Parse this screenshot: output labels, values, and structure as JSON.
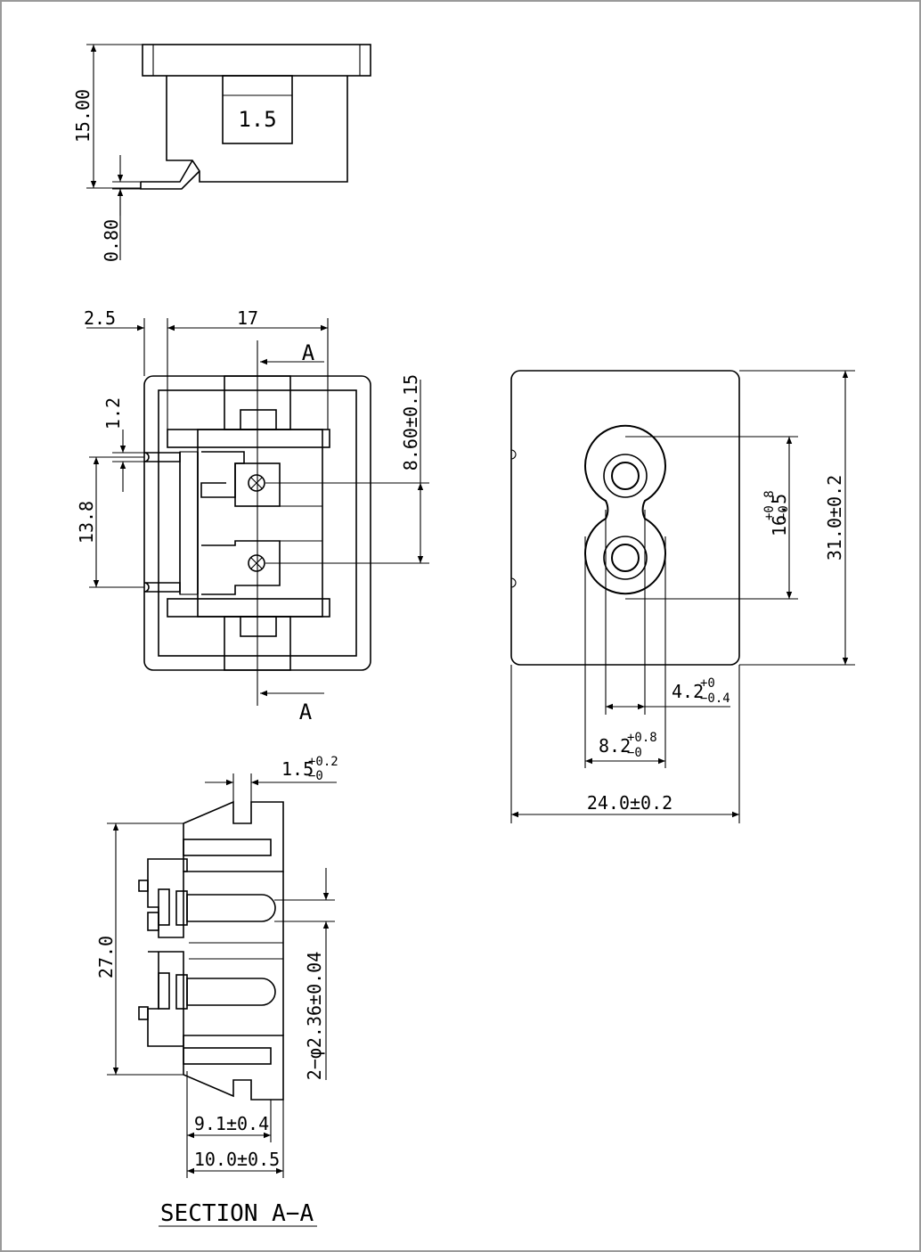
{
  "top_view": {
    "height_dim": "15.00",
    "pin_thickness_dim": "0.80",
    "label_box": "1.5"
  },
  "front_view": {
    "left_offset_dim": "2.5",
    "width_dim": "17",
    "pin_offset_dim": "1.2",
    "pin_spacing_dim": "13.8",
    "contact_spacing_dim": "8.60±0.15",
    "section_mark": "A"
  },
  "side_view": {
    "contact_pitch_main": "16.5",
    "contact_pitch_tol_upper": "+0.8",
    "contact_pitch_tol_lower": "−0",
    "height_dim": "31.0±0.2",
    "hole_gap_main": "4.2",
    "hole_gap_tol_upper": "+0",
    "hole_gap_tol_lower": "−0.4",
    "hole_span_main": "8.2",
    "hole_span_tol_upper": "+0.8",
    "hole_span_tol_lower": "−0",
    "width_dim": "24.0±0.2"
  },
  "section_view": {
    "wall_main": "1.5",
    "wall_tol_upper": "+0.2",
    "wall_tol_lower": "−0",
    "height_dim": "27.0",
    "pin_dia_dim": "2−φ2.36±0.04",
    "depth_inner_dim": "9.1±0.4",
    "depth_outer_dim": "10.0±0.5",
    "title": "SECTION A−A"
  }
}
